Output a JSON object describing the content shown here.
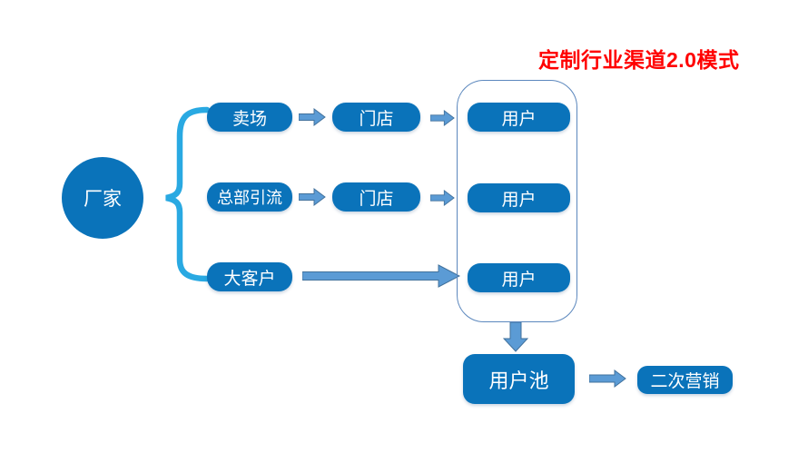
{
  "title": "定制行业渠道2.0模式",
  "factory": "厂家",
  "rows": [
    {
      "source": "卖场",
      "store": "门店",
      "user": "用户"
    },
    {
      "source": "总部引流",
      "store": "门店",
      "user": "用户"
    },
    {
      "source": "大客户",
      "user": "用户"
    }
  ],
  "pool": "用户池",
  "secondary": "二次营销",
  "colors": {
    "node_fill": "#0a73ba",
    "node_text": "#ffffff",
    "arrow_fill": "#5b9bd5",
    "arrow_stroke": "#41719c",
    "brace_stroke": "#29a9e2",
    "container_border": "#5b87bd",
    "title_text": "#ff0000",
    "background": "#ffffff"
  }
}
